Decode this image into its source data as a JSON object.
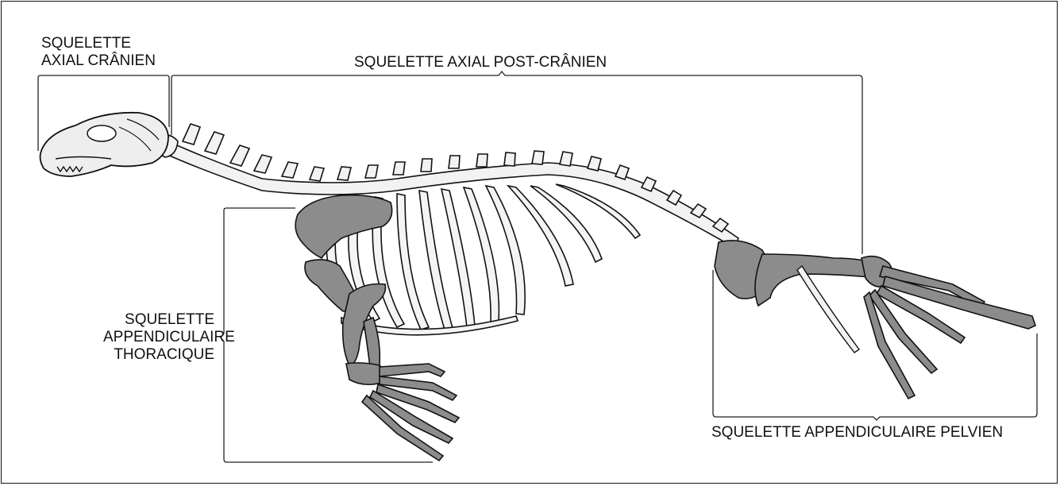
{
  "figure": {
    "subject": "seal skeleton",
    "labels": {
      "axial_cranial_line1": "SQUELETTE",
      "axial_cranial_line2": "AXIAL CRÂNIEN",
      "axial_postcranial": "SQUELETTE AXIAL POST-CRÂNIEN",
      "thoracic_line1": "SQUELETTE",
      "thoracic_line2": "APPENDICULAIRE",
      "thoracic_line3": "THORACIQUE",
      "pelvic": "SQUELETTE APPENDICULAIRE PELVIEN"
    },
    "colors": {
      "bone_axial": "#f2f2f2",
      "bone_appendicular": "#8c8c8c",
      "outline": "#111111"
    }
  }
}
